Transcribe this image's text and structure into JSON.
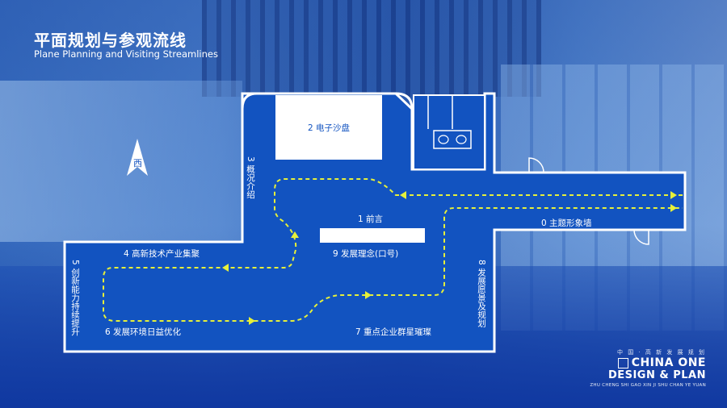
{
  "header": {
    "title": "平面规划与参观流线",
    "subtitle": "Plane Planning and Visiting Streamlines"
  },
  "compass": {
    "label": "西"
  },
  "zones": {
    "z0": "0 主题形象墙",
    "z1": "1 前言",
    "z2": "2 电子沙盘",
    "z3": "3 概况介绍",
    "z4": "4 高新技术产业集聚",
    "z5": "5 创新能力持续提升",
    "z6": "6 发展环境日益优化",
    "z7": "7 重点企业群星璀璨",
    "z8": "8 发展愿景及规划",
    "z9": "9 发展理念(口号)"
  },
  "brand": {
    "cn_small": "中 国 · 高 新 发 展 规 划",
    "line1": "CHINA ONE",
    "line2": "DESIGN & PLAN",
    "pinyin": "ZHU CHENG SHI GAO XIN JI SHU CHAN YE YUAN"
  },
  "colors": {
    "floor_plan": "#1253c0",
    "route": "#e6f03a",
    "wall": "#ffffff"
  }
}
